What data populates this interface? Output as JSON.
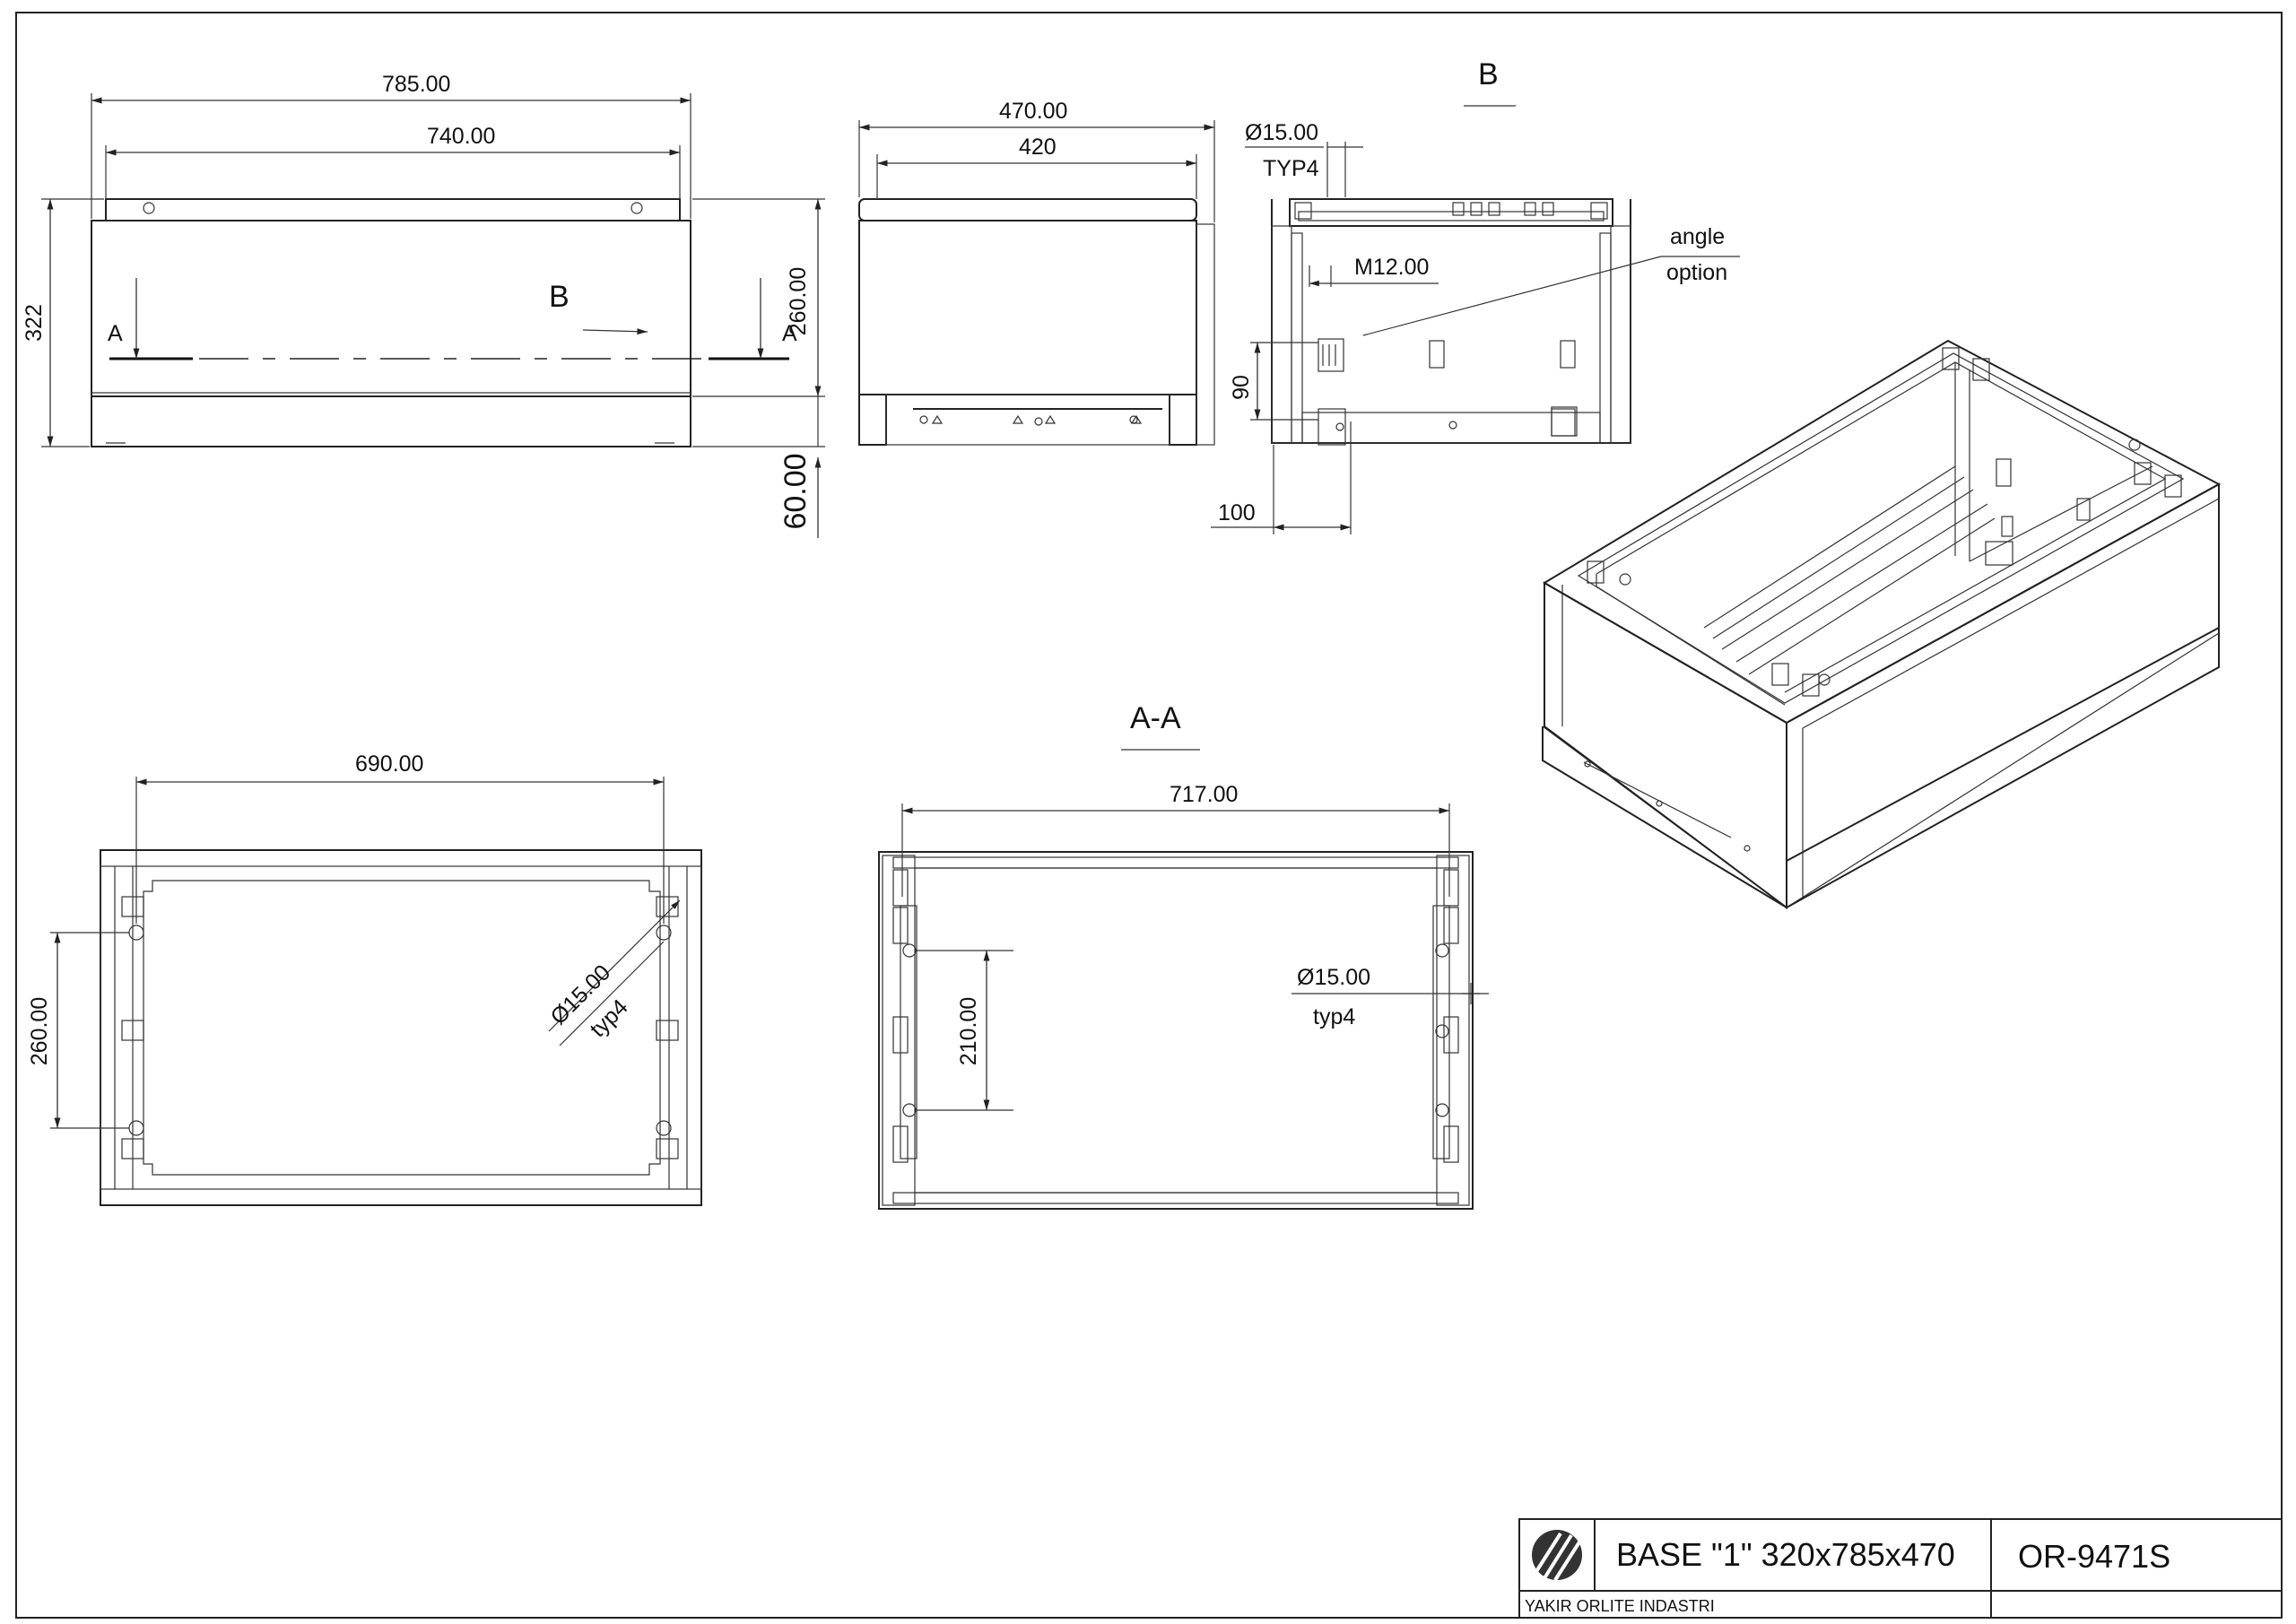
{
  "drawing": {
    "front_view": {
      "width_overall": "785.00",
      "width_inner": "740.00",
      "height_overall": "322",
      "height_panel": "260.00",
      "base_height": "60.00",
      "section_label_left": "A",
      "section_label_right": "A",
      "view_arrow_label": "B"
    },
    "side_view": {
      "depth_overall": "470.00",
      "depth_inner": "420"
    },
    "detail_b": {
      "title": "B",
      "hole_dia": "Ø15.00",
      "hole_qty": "TYP4",
      "thread": "M12.00",
      "note_line1": "angle",
      "note_line2": "option",
      "dim_vertical": "90",
      "dim_horizontal": "100"
    },
    "plan_view": {
      "width": "690.00",
      "spacing": "260.00",
      "hole_dia": "Ø15.00",
      "hole_qty": "typ4"
    },
    "section_aa": {
      "title": "A-A",
      "width": "717.00",
      "spacing": "210.00",
      "hole_dia": "Ø15.00",
      "hole_qty": "typ4"
    }
  },
  "title_block": {
    "logo_icon": "stripes-logo-icon",
    "title": "BASE \"1\" 320x785x470",
    "part_number": "OR-9471S",
    "company": "YAKIR ORLITE INDASTRI"
  }
}
